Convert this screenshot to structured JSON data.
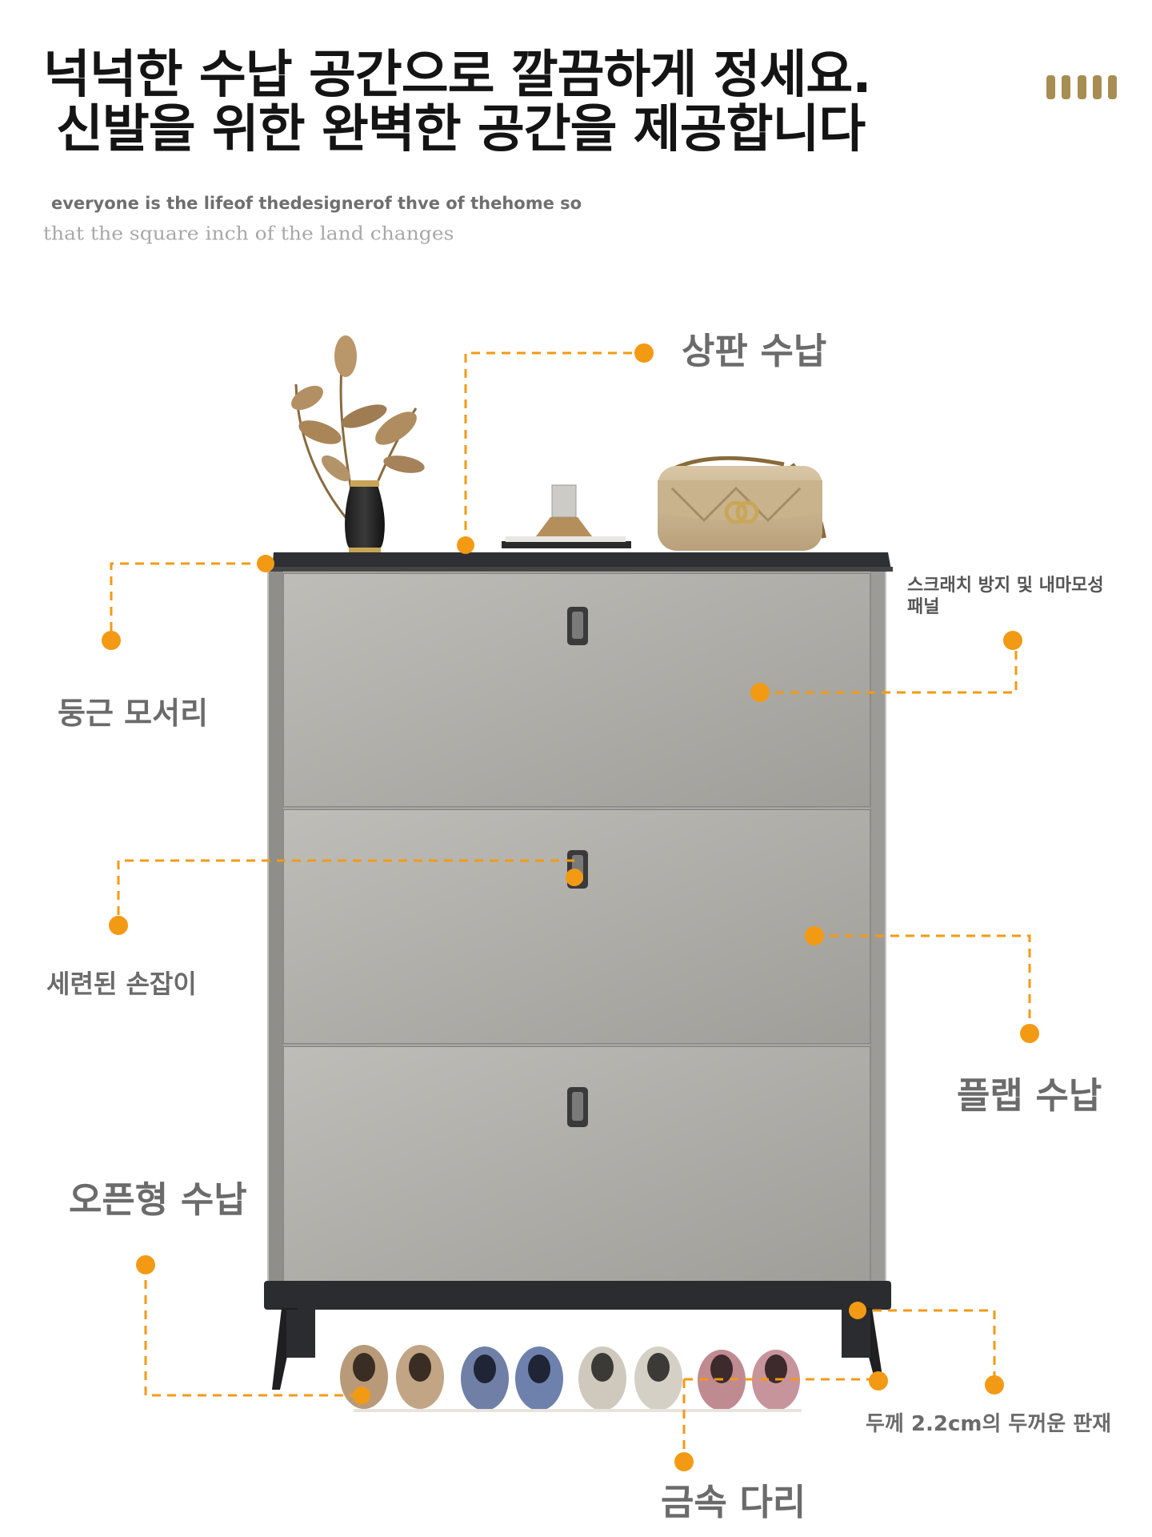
{
  "header": {
    "headline_line1": "넉넉한 수납 공간으로 깔끔하게 정세요.",
    "headline_line2": "신발을 위한 완벽한 공간을 제공합니다",
    "tagline_line1": "everyone is the lifeof thedesignerof thve of thehome so",
    "tagline_line2": "that the square inch of the land changes"
  },
  "callouts": {
    "top_storage": "상판 수납",
    "rounded_corners": "둥근 모서리",
    "panel_feature": "스크래치 방지 및 내마모성 패널",
    "sleek_handle": "세련된 손잡이",
    "flap_storage": "플랩 수납",
    "open_storage": "오픈형 수납",
    "thick_board": "두께 2.2cm의 두꺼운 판재",
    "metal_legs": "금속 다리"
  },
  "colors": {
    "accent": "#f39a14",
    "cabinet_panel": "#a9a8a3",
    "cabinet_top": "#3a3b3e",
    "deco_bars": "#a88d52"
  },
  "icons": {
    "decor_bars": "decorative-bars-icon",
    "callout_dot": "callout-dot-icon"
  }
}
